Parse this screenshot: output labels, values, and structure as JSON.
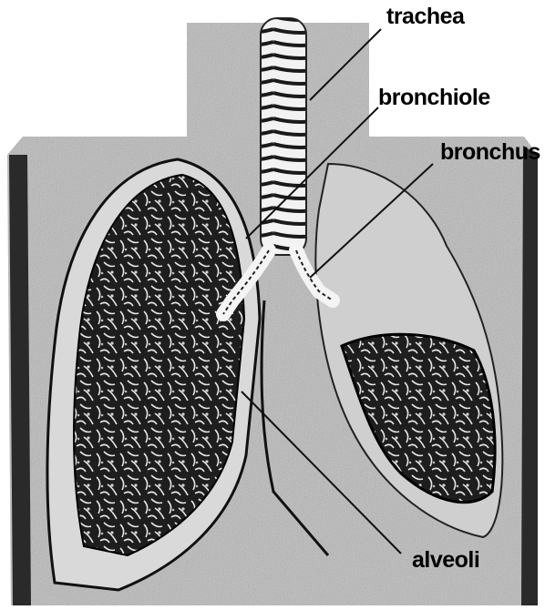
{
  "labels": {
    "trachea": "trachea",
    "bronchiole": "bronchiole",
    "bronchus": "bronchus",
    "alveoli": "alveoli"
  }
}
